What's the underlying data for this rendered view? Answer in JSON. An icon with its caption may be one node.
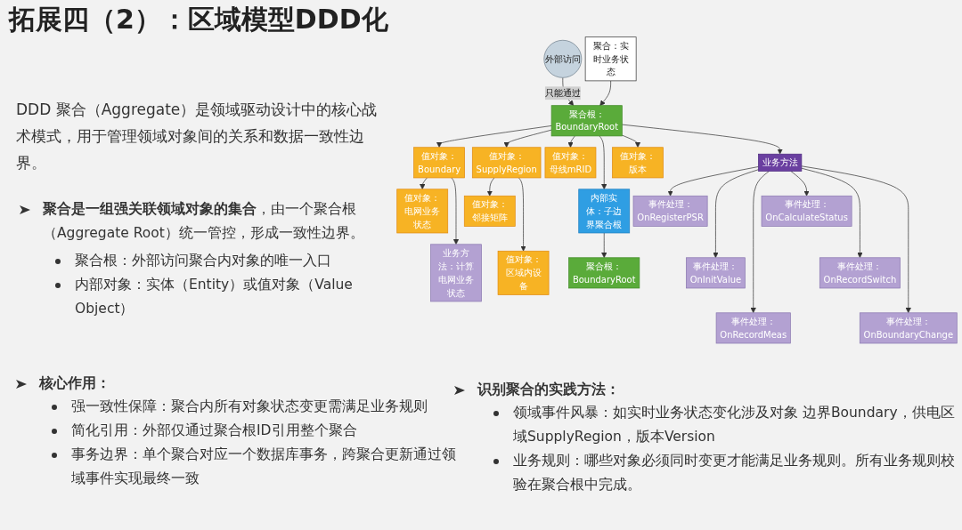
{
  "diagram": {
    "title": "拓展四（2）：区域模型DDD化",
    "nodes": [
      {
        "text": [
          "外部访问"
        ]
      },
      {
        "text": [
          "聚合：实时业务状态"
        ]
      },
      {
        "text": [
          "聚合根：BoundaryRoot"
        ]
      },
      {
        "text": [
          "值对象：Boundary"
        ]
      },
      {
        "text": [
          "值对象：SupplyRegion"
        ]
      },
      {
        "text": [
          "值对象：母线mRID"
        ]
      },
      {
        "text": [
          "值对象：版本"
        ]
      },
      {
        "text": [
          "业务方法"
        ]
      },
      {
        "text": [
          "值对象：电网业务状态"
        ]
      },
      {
        "text": [
          "业务方法：计算电网业务状态"
        ]
      },
      {
        "text": [
          "值对象：邻接矩阵"
        ]
      },
      {
        "text": [
          "值对象：区域内设备"
        ]
      },
      {
        "text": [
          "内部实体：子边界聚合根"
        ]
      },
      {
        "text": [
          "聚合根：BoundaryRoot"
        ]
      },
      {
        "text": [
          "事件处理：OnRegisterPSR"
        ]
      },
      {
        "text": [
          "事件处理：OnInitValue"
        ]
      },
      {
        "text": [
          "事件处理：OnCalculateStatus"
        ]
      },
      {
        "text": [
          "事件处理：OnRecordSwitch"
        ]
      },
      {
        "text": [
          "事件处理：OnRecordMeas"
        ]
      },
      {
        "text": [
          "事件处理：OnBoundaryChange"
        ]
      }
    ],
    "edges": [
      {
        "from": 0,
        "to": 2,
        "arrow": "to",
        "label": "只能通过"
      },
      {
        "from": 1,
        "to": 2,
        "arrow": "to"
      },
      {
        "from": 2,
        "to": 3,
        "arrow": "to"
      },
      {
        "from": 2,
        "to": 4,
        "arrow": "to"
      },
      {
        "from": 2,
        "to": 5,
        "arrow": "to"
      },
      {
        "from": 2,
        "to": 12,
        "arrow": "to"
      },
      {
        "from": 2,
        "to": 6,
        "arrow": "to"
      },
      {
        "from": 2,
        "to": 7,
        "arrow": "to"
      },
      {
        "from": 3,
        "to": 8,
        "arrow": "to"
      },
      {
        "from": 3,
        "to": 9,
        "arrow": "to"
      },
      {
        "from": 4,
        "to": 10,
        "arrow": "to"
      },
      {
        "from": 4,
        "to": 11,
        "arrow": "to"
      },
      {
        "from": 12,
        "to": 13,
        "arrow": "to"
      },
      {
        "from": 7,
        "to": 14,
        "arrow": "to"
      },
      {
        "from": 7,
        "to": 15,
        "arrow": "to"
      },
      {
        "from": 7,
        "to": 18,
        "arrow": "to"
      },
      {
        "from": 7,
        "to": 16,
        "arrow": "to"
      },
      {
        "from": 7,
        "to": 17,
        "arrow": "to"
      },
      {
        "from": 7,
        "to": 19,
        "arrow": "to"
      }
    ],
    "labels": [
      "DDD 聚合（Aggregate）是领域驱动设计中的核心战术模式，用于管理领域对象间的关系和数据一致性边界。",
      "**聚合是一组强关联领域对象的集合**，由一个聚合根（Aggregate Root）统一管控，形成一致性边界。",
      "聚合根：外部访问聚合内对象的唯一入口",
      "内部对象：实体（Entity）或值对象（Value Object）",
      "核心作用：",
      "强一致性保障：聚合内所有对象状态变更需满足业务规则",
      "简化引用：外部仅通过聚合根ID引用整个聚合",
      "事务边界：单个聚合对应一个数据库事务，跨聚合更新通过领域事件实现最终一致",
      "识别聚合的实践方法：",
      "领域事件风暴：如实时业务状态变化涉及对象 边界Boundary，供电区域SupplyRegion，版本Version",
      "业务规则：哪些对象必须同时变更才能满足业务规则。所有业务规则校验在聚合根中完成。"
    ]
  }
}
